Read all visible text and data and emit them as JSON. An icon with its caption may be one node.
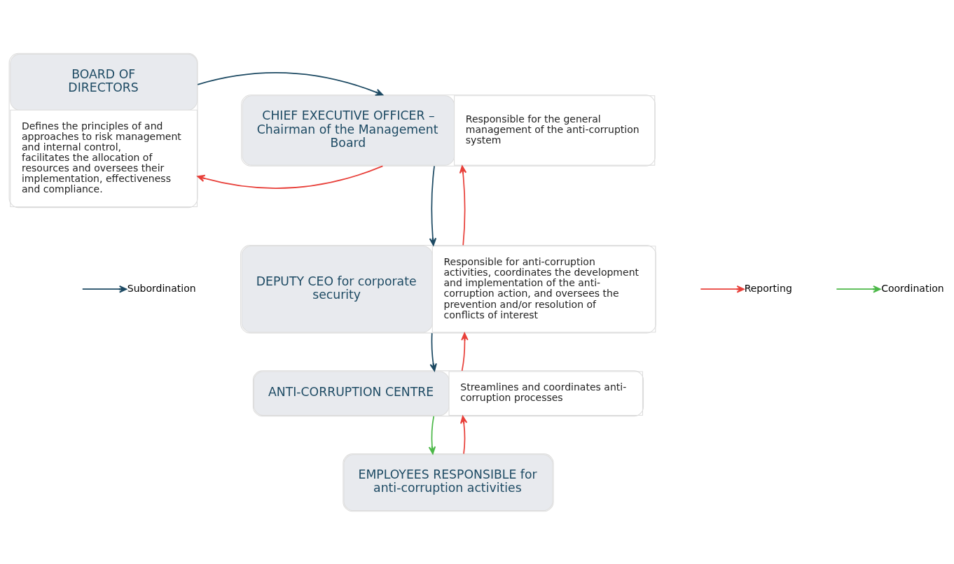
{
  "diagram": {
    "nodes": [
      {
        "text": [
          "BOARD OF DIRECTORS",
          "Defines the principles of and approaches to risk management and internal control, facilitates the allocation of resources and oversees their implementation, effectiveness and compliance."
        ]
      },
      {
        "text": [
          "CHIEF EXECUTIVE OFFICER – Chairman of the Management Board",
          "Responsible for the general management of the anti-corruption system"
        ]
      },
      {
        "text": [
          "DEPUTY CEO for corporate security",
          "Responsible for anti-corruption activities, coordinates the development and implementation of the anti-corruption action, and oversees the prevention and/or resolution of conflicts of interest"
        ]
      },
      {
        "text": [
          "ANTI-CORRUPTION CENTRE",
          "Streamlines and coordinates anti-corruption processes"
        ]
      },
      {
        "text": [
          "EMPLOYEES RESPONSIBLE for anti-corruption activities"
        ]
      }
    ],
    "edges": [
      {
        "from": 1,
        "to": 0,
        "arrow": "to",
        "color": "#e8403a"
      },
      {
        "from": 0,
        "to": 1,
        "arrow": "to",
        "color": "#1d4a63"
      },
      {
        "from": 2,
        "to": 1,
        "arrow": "to",
        "color": "#e8403a"
      },
      {
        "from": 1,
        "to": 2,
        "arrow": "to",
        "color": "#1d4a63"
      },
      {
        "from": 3,
        "to": 2,
        "arrow": "to",
        "color": "#e8403a"
      },
      {
        "from": 2,
        "to": 3,
        "arrow": "to",
        "color": "#1d4a63"
      },
      {
        "from": 4,
        "to": 3,
        "arrow": "to",
        "color": "#e8403a"
      },
      {
        "from": 3,
        "to": 4,
        "arrow": "to",
        "color": "#4cb848"
      }
    ],
    "legend": [
      {
        "text": "Subordination"
      },
      {
        "text": "Reporting"
      },
      {
        "text": "Coordination"
      }
    ]
  }
}
